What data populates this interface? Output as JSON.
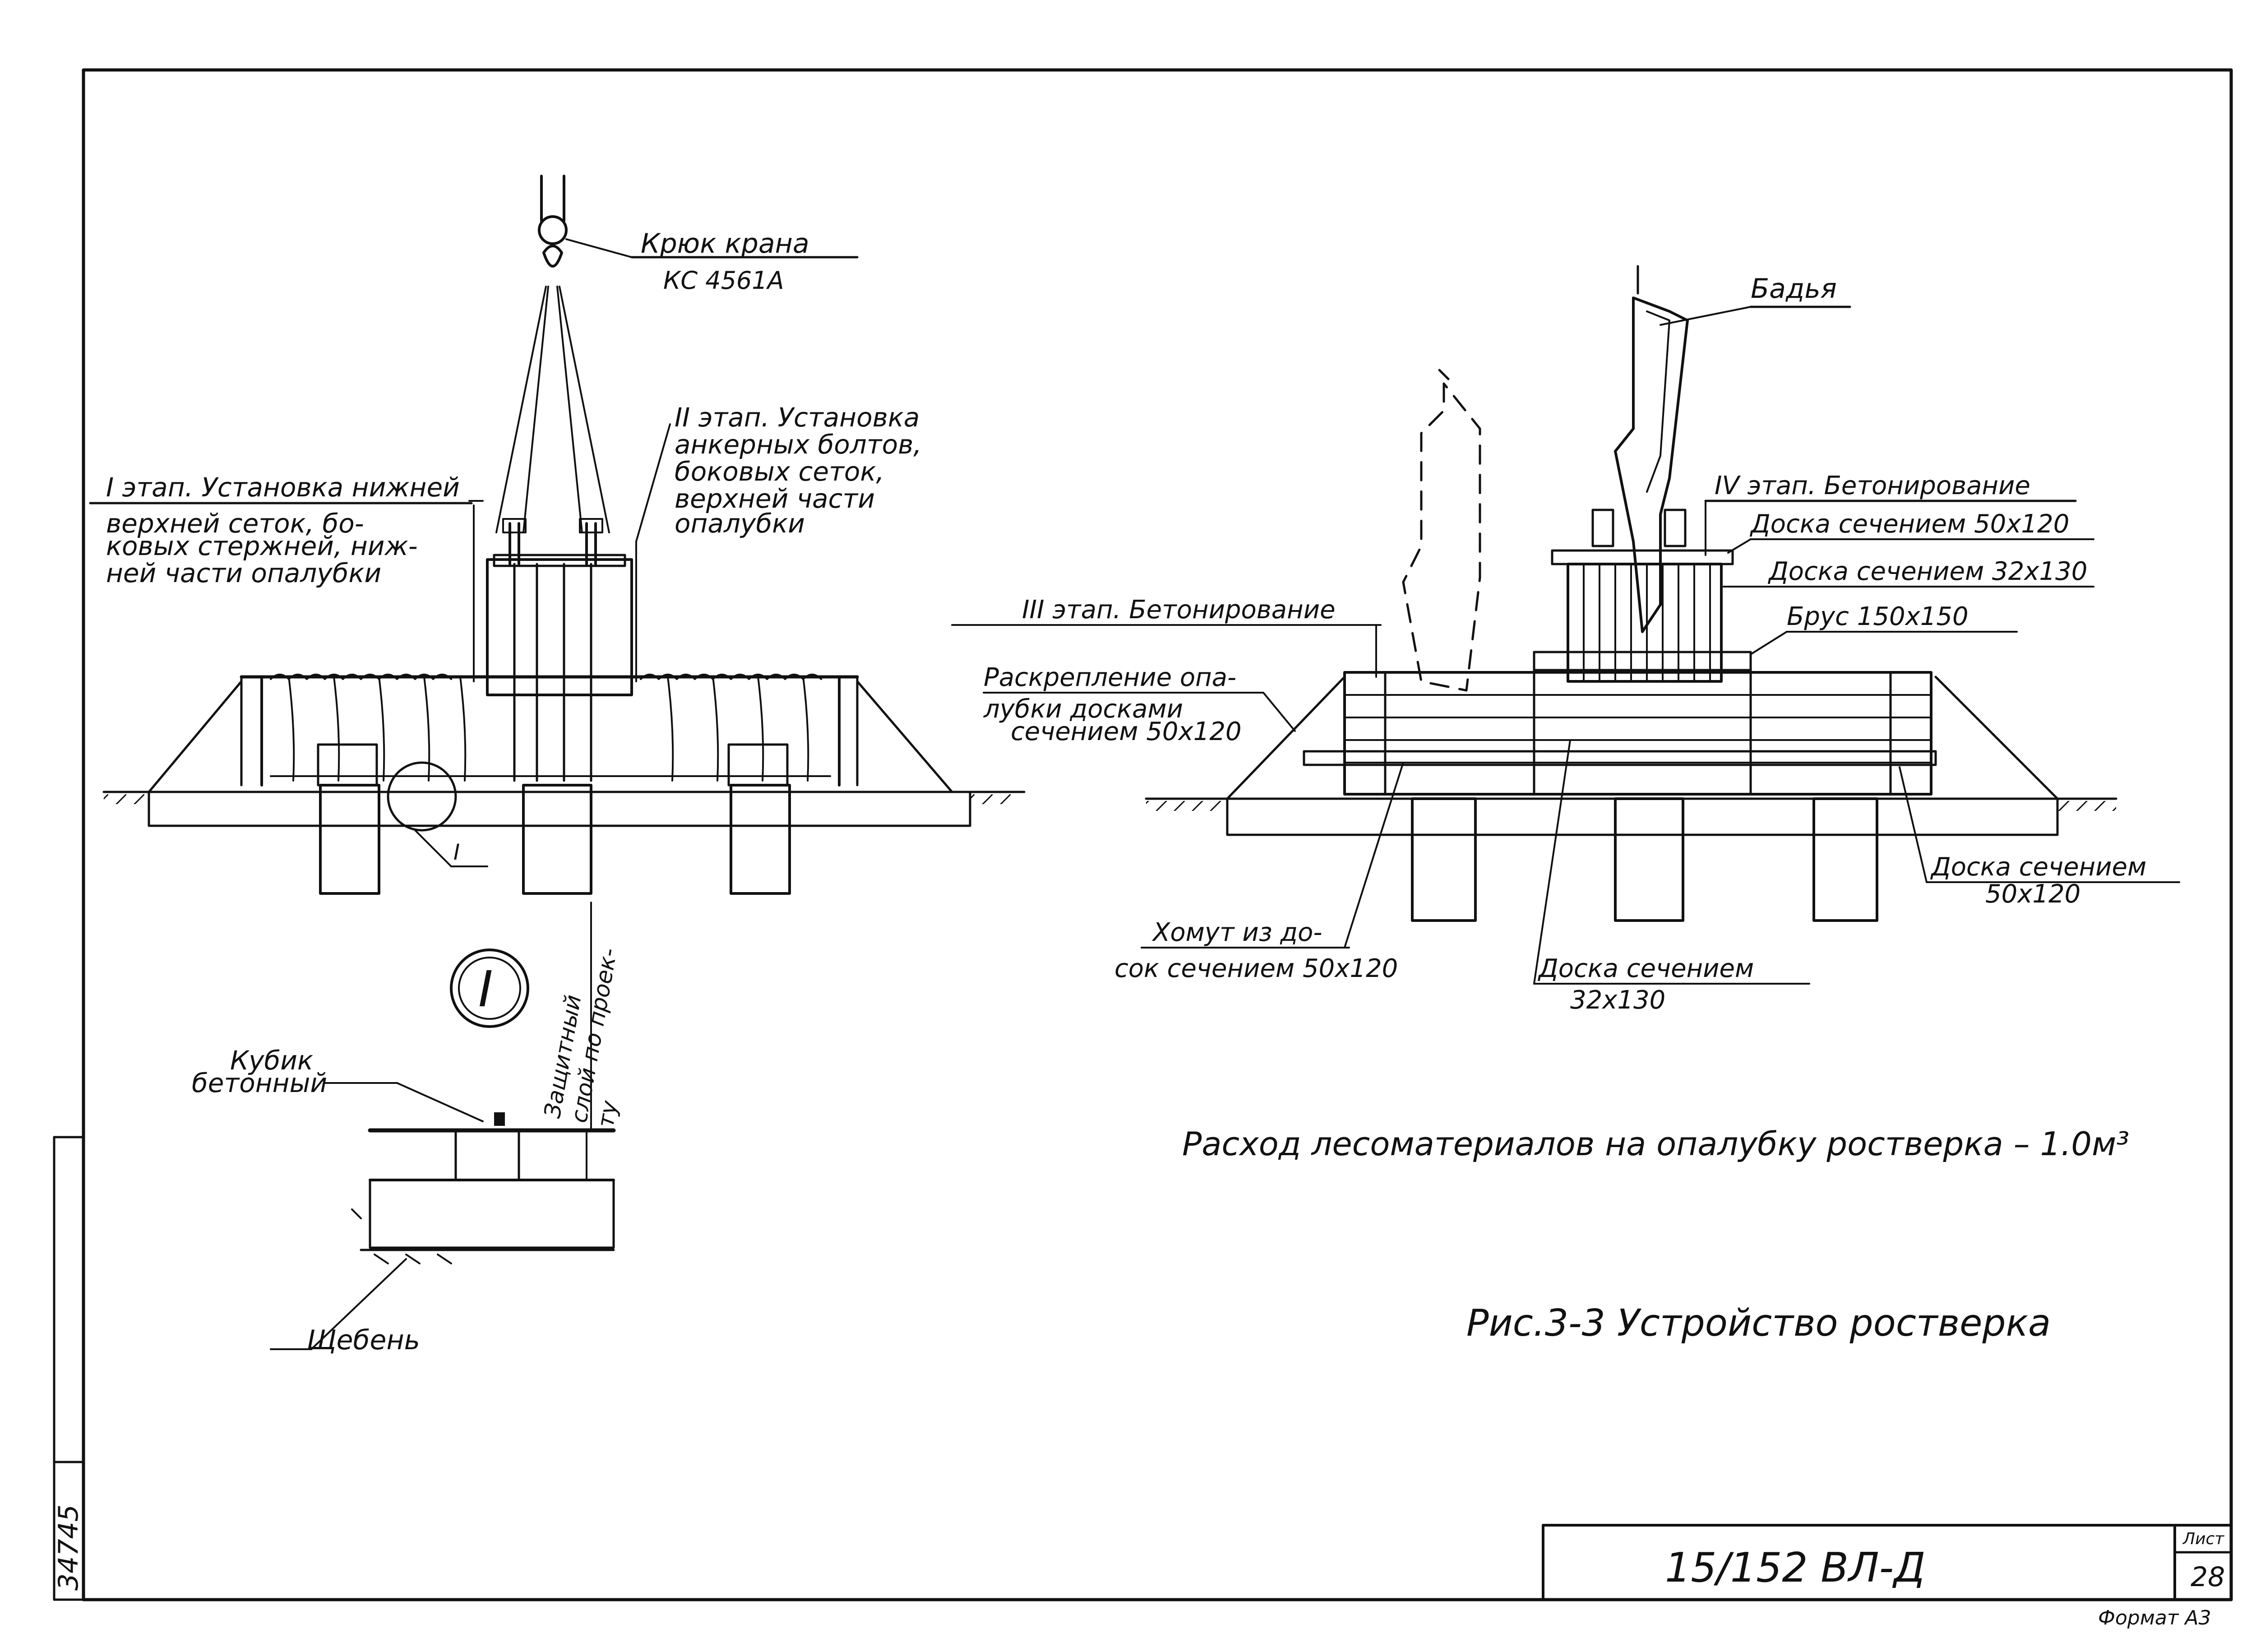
{
  "left": {
    "hook_label_1": "Крюк крана",
    "hook_label_2": "КС 4561А",
    "stage1": [
      "I этап. Установка нижней",
      "верхней сеток, бо-",
      "ковых стержней, ниж-",
      "ней части опалубки"
    ],
    "stage2": [
      "II этап. Установка",
      "анкерных болтов,",
      "боковых сеток,",
      "верхней части",
      "опалубки"
    ],
    "callout_mark": "I"
  },
  "detail": {
    "marker": "I",
    "cube_label_1": "Кубик",
    "cube_label_2": "бетонный",
    "cover_label": [
      "Защитный",
      "слой по проек-",
      "ту"
    ],
    "gravel_label": "Щебень"
  },
  "right": {
    "bucket_label": "Бадья",
    "stage4": "IV этап. Бетонирование",
    "board_50x120": "Доска сечением 50х120",
    "board_32x130": "Доска сечением 32х130",
    "beam_150": "Брус 150х150",
    "stage3": "III этап. Бетонирование",
    "bracing": [
      "Раскрепление опа-",
      "лубки досками",
      "сечением 50х120"
    ],
    "side_board": [
      "Доска сечением",
      "50х120"
    ],
    "clamp": [
      "Хомут из до-",
      "сок сечением 50х120"
    ],
    "board_bottom": [
      "Доска сечением",
      "32х130"
    ]
  },
  "notes": {
    "consumption": "Расход лесоматериалов на опалубку ростверка – 1.0м³",
    "caption": "Рис.3-3 Устройство ростверка"
  },
  "title_block": {
    "code": "15/152 ВЛ-Д",
    "sheet_label": "Лист",
    "sheet_number": "28",
    "format": "Формат А3",
    "side_number": "34745"
  }
}
